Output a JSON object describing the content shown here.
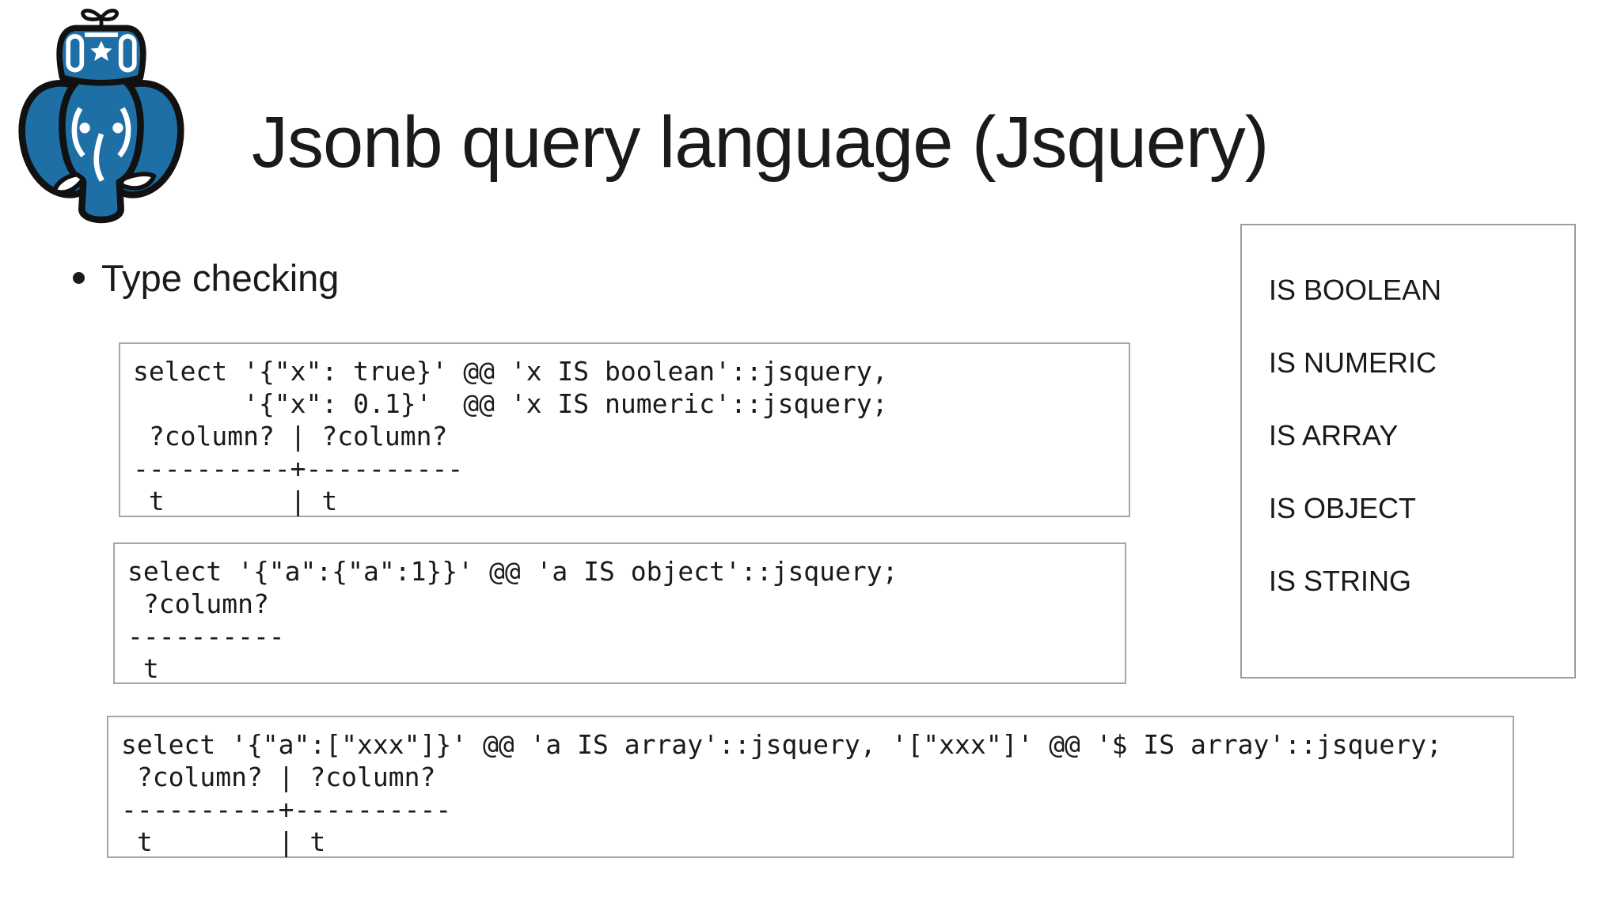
{
  "slide": {
    "title": "Jsonb query language (Jsquery)",
    "bullet_item": "Type checking"
  },
  "logo": {
    "name": "postgresql-elephant-ushanka-logo",
    "primary_color": "#1d6fa5",
    "outline_color": "#111111"
  },
  "code_boxes": [
    {
      "text": "select '{\"x\": true}' @@ 'x IS boolean'::jsquery,\n       '{\"x\": 0.1}'  @@ 'x IS numeric'::jsquery;\n ?column? | ?column?\n----------+----------\n t        | t"
    },
    {
      "text": "select '{\"a\":{\"a\":1}}' @@ 'a IS object'::jsquery;\n ?column?\n----------\n t"
    },
    {
      "text": "select '{\"a\":[\"xxx\"]}' @@ 'a IS array'::jsquery, '[\"xxx\"]' @@ '$ IS array'::jsquery;\n ?column? | ?column?\n----------+----------\n t        | t"
    }
  ],
  "type_panel": {
    "items": [
      "IS BOOLEAN",
      "IS NUMERIC",
      "IS ARRAY",
      "IS OBJECT",
      "IS STRING"
    ]
  },
  "colors": {
    "text": "#1a1a1a",
    "box_border": "#a6a6a6",
    "background": "#ffffff"
  }
}
